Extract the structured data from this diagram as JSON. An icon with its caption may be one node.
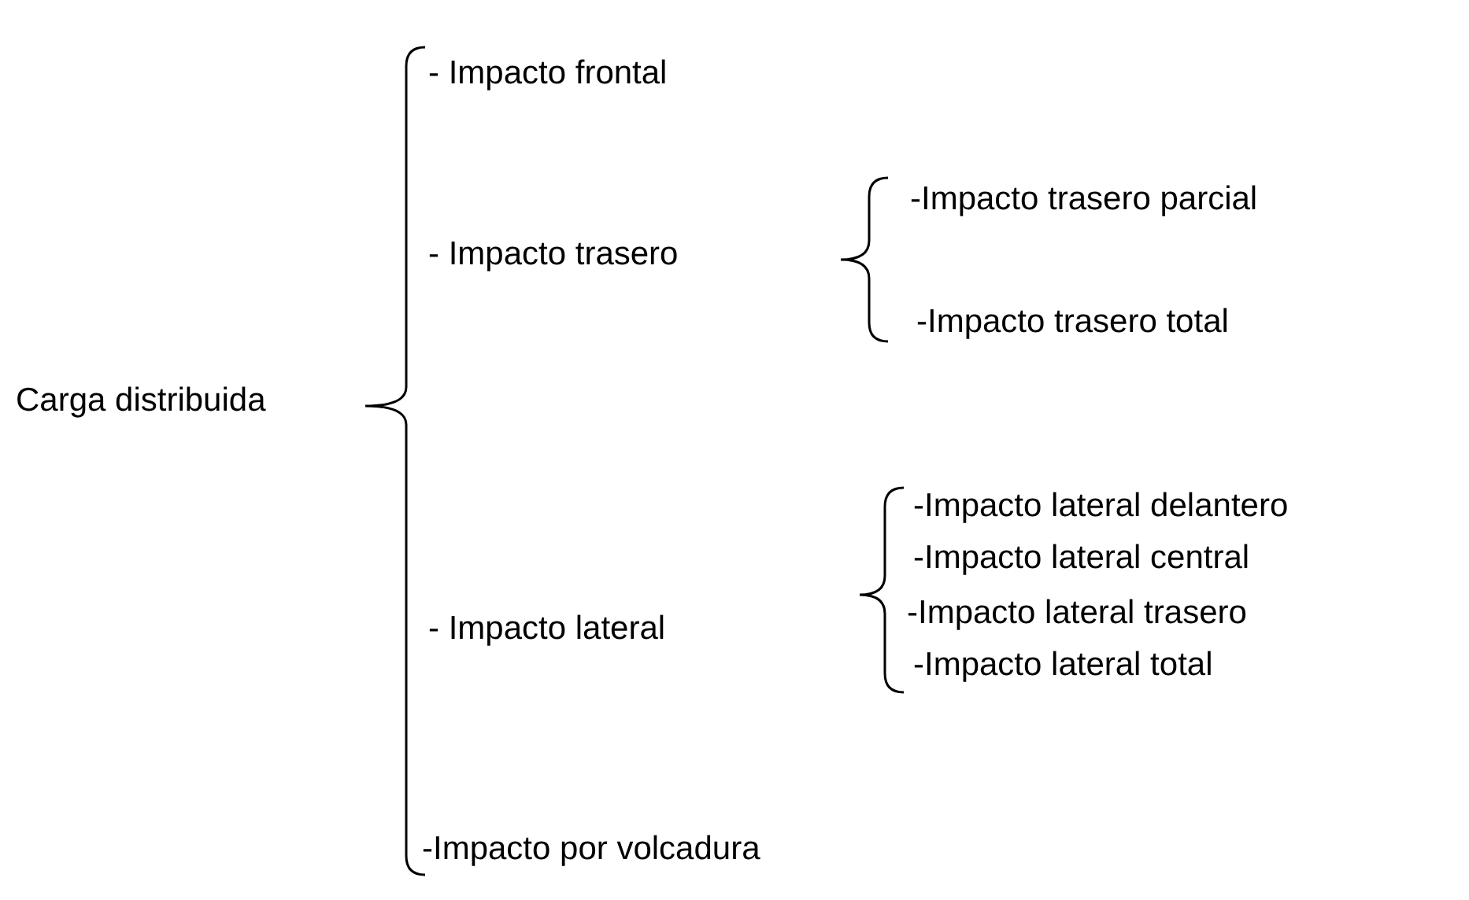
{
  "diagram": {
    "labels": [
      "Carga distribuida",
      "- Impacto frontal",
      "- Impacto trasero",
      "-Impacto trasero parcial",
      "-Impacto trasero total",
      "- Impacto lateral",
      "-Impacto lateral delantero",
      "-Impacto lateral central",
      "-Impacto lateral trasero",
      "-Impacto lateral total",
      "-Impacto por volcadura"
    ]
  }
}
